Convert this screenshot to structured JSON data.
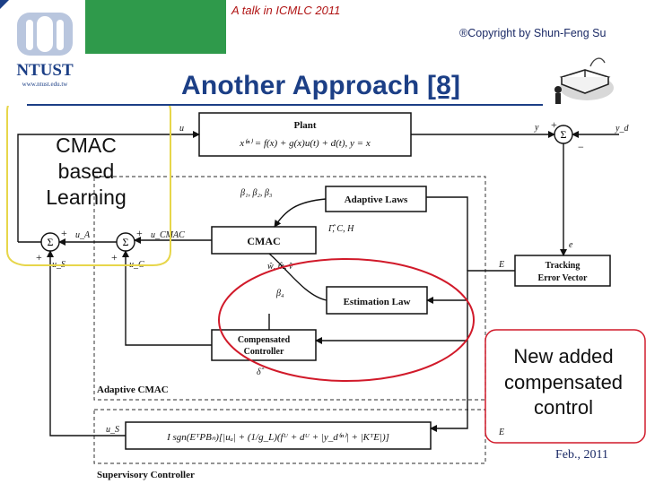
{
  "header": {
    "talk": "A talk in ICMLC 2011",
    "copyright": "®Copyright by Shun-Feng Su",
    "title_main": "Another Approach ",
    "title_ref": "[8]"
  },
  "logo": {
    "text": "NTUST",
    "url": "www.ntust.edu.tw"
  },
  "callouts": {
    "cmac": "CMAC based Learning",
    "compensated": "New added compensated control"
  },
  "footer": {
    "date": "Feb., 2011"
  },
  "diagram": {
    "plant_title": "Plant",
    "plant_eq": "x⁽ⁿ⁾ = f(x) + g(x)u(t) + d(t), y = x",
    "adaptive_laws": "Adaptive Laws",
    "cmac": "CMAC",
    "estimation_law": "Estimation Law",
    "compensated_1": "Compensated",
    "compensated_2": "Controller",
    "tracking_1": "Tracking",
    "tracking_2": "Error Vector",
    "adaptive_cmac": "Adaptive CMAC",
    "supervisory": "Supervisory Controller",
    "supervisory_eq": "I sgn(EᵀPBₙ)[|uₐ| + (1/g_L)(fᵁ + dᵁ + |y_d⁽ⁿ⁾| + |KᵀE|)]",
    "label_u_plant": "u",
    "label_y": "y",
    "label_yd": "y_d",
    "label_e": "e",
    "label_E1": "E",
    "label_E2": "E",
    "label_uA": "u_A",
    "label_uS": "u_S",
    "label_uCMAC": "u_CMAC",
    "label_uC": "u_C",
    "label_uS2": "u_S",
    "label_betas": "β₁, β₂, β₃",
    "label_gamma": "Γ̂, C, H",
    "label_wmv": "ŵ, m̂, v̂",
    "label_beta4": "β₄",
    "label_delta": "δ̂",
    "sum": "Σ"
  }
}
